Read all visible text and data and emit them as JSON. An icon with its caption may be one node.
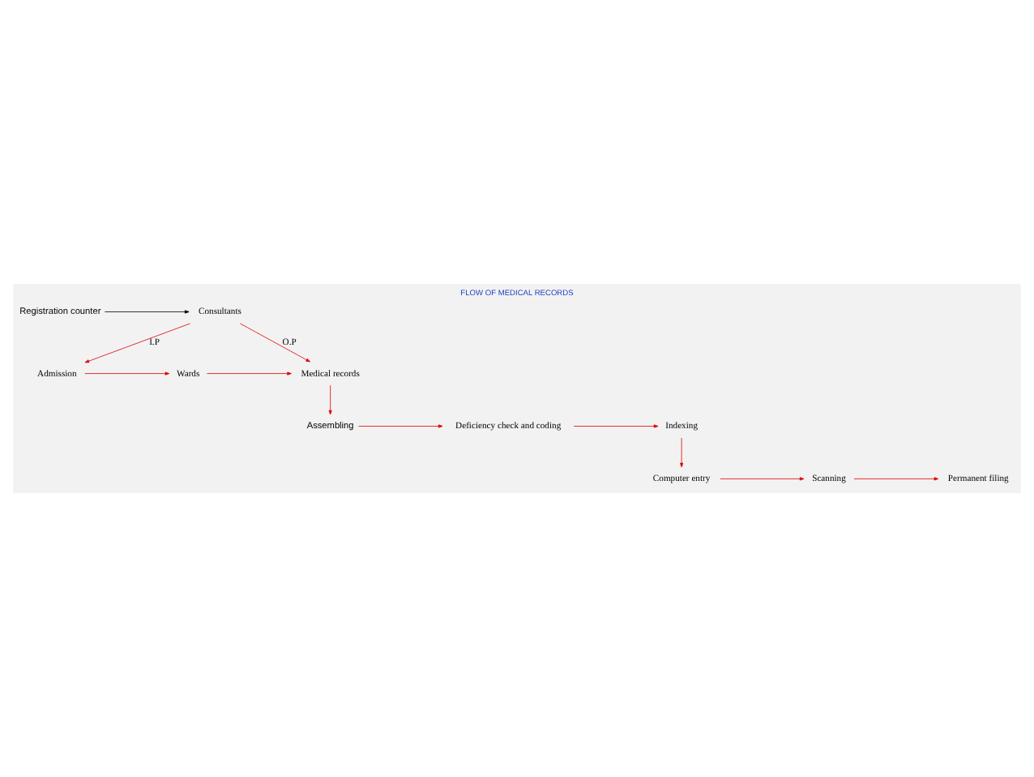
{
  "diagram": {
    "title": "FLOW OF MEDICAL RECORDS",
    "nodes": [
      {
        "text": [
          "Registration counter"
        ]
      },
      {
        "text": [
          "Consultants"
        ]
      },
      {
        "text": [
          "Admission"
        ]
      },
      {
        "text": [
          "Wards"
        ]
      },
      {
        "text": [
          "Medical records"
        ]
      },
      {
        "text": [
          "Indexing"
        ]
      },
      {
        "text": [
          "Deficiency check and coding"
        ]
      },
      {
        "text": [
          "Assembling"
        ]
      },
      {
        "text": [
          "Computer entry"
        ]
      },
      {
        "text": [
          "Scanning"
        ]
      },
      {
        "text": [
          "Permanent filing"
        ]
      }
    ],
    "edges": [
      {
        "from": 0,
        "to": 1,
        "arrow": "to",
        "color": "#000000"
      },
      {
        "from": 1,
        "to": 2,
        "arrow": "to",
        "label": "I.P"
      },
      {
        "from": 1,
        "to": 4,
        "arrow": "to",
        "label": "O.P"
      },
      {
        "from": 2,
        "to": 3,
        "arrow": "to"
      },
      {
        "from": 3,
        "to": 4,
        "arrow": "to"
      },
      {
        "from": 4,
        "to": 7,
        "arrow": "to"
      },
      {
        "from": 7,
        "to": 6,
        "arrow": "to"
      },
      {
        "from": 6,
        "to": 5,
        "arrow": "to"
      },
      {
        "from": 5,
        "to": 8,
        "arrow": "to"
      },
      {
        "from": 8,
        "to": 9,
        "arrow": "to"
      },
      {
        "from": 9,
        "to": 10,
        "arrow": "to"
      }
    ]
  }
}
